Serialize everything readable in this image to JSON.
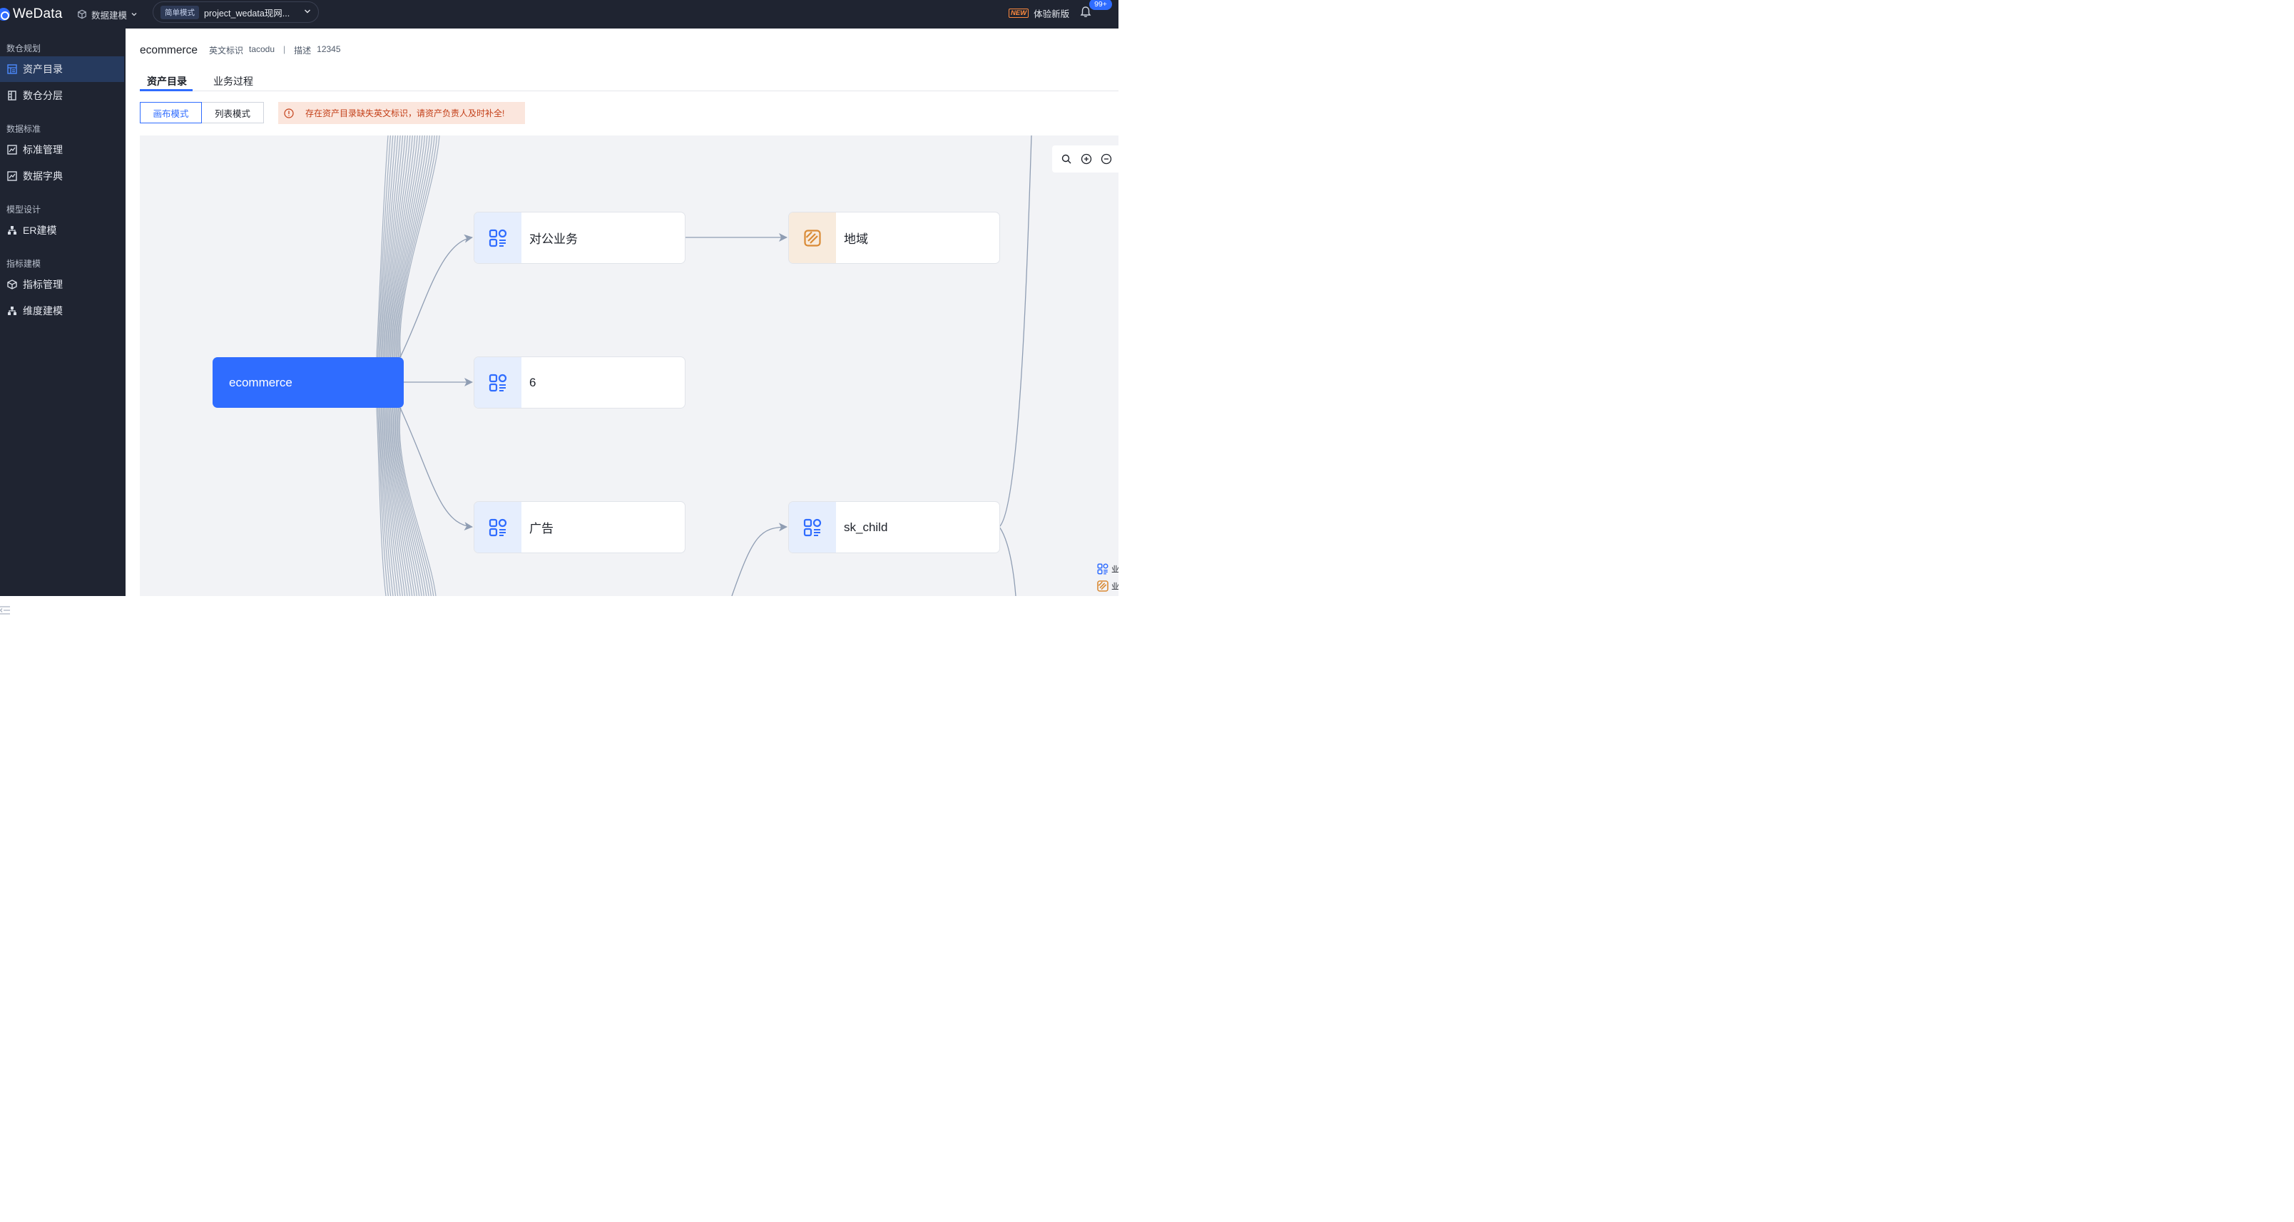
{
  "app": {
    "name": "WeData"
  },
  "topbar": {
    "module": "数据建模",
    "mode_tag": "简单模式",
    "project": "project_wedata现网...",
    "new_badge": "NEW",
    "new_version": "体验新版",
    "notifications": "99+"
  },
  "sidebar": {
    "groups": [
      {
        "title": "数仓规划",
        "items": [
          {
            "label": "资产目录",
            "icon": "asset-catalog-icon",
            "active": true
          },
          {
            "label": "数仓分层",
            "icon": "layer-icon"
          }
        ]
      },
      {
        "title": "数据标准",
        "items": [
          {
            "label": "标准管理",
            "icon": "chart-icon"
          },
          {
            "label": "数据字典",
            "icon": "chart-icon"
          }
        ]
      },
      {
        "title": "模型设计",
        "items": [
          {
            "label": "ER建模",
            "icon": "tree-icon"
          }
        ]
      },
      {
        "title": "指标建模",
        "items": [
          {
            "label": "指标管理",
            "icon": "cube-icon"
          },
          {
            "label": "维度建模",
            "icon": "tree-icon"
          }
        ]
      }
    ]
  },
  "header": {
    "title": "ecommerce",
    "en_id_label": "英文标识",
    "en_id_value": "tacodu",
    "separator": "|",
    "desc_label": "描述",
    "desc_value": "12345"
  },
  "tabs": [
    {
      "label": "资产目录",
      "active": true
    },
    {
      "label": "业务过程",
      "active": false
    }
  ],
  "view_modes": [
    {
      "label": "画布模式",
      "active": true
    },
    {
      "label": "列表模式",
      "active": false
    }
  ],
  "warning": "存在资产目录缺失英文标识，请资产负责人及时补全!",
  "graph": {
    "root": "ecommerce",
    "nodes": [
      {
        "label": "对公业务",
        "icon": "business-catalog-icon"
      },
      {
        "label": "6",
        "icon": "business-catalog-icon"
      },
      {
        "label": "广告",
        "icon": "business-catalog-icon"
      },
      {
        "label": "地域",
        "icon": "subject-domain-icon"
      },
      {
        "label": "sk_child",
        "icon": "business-catalog-icon"
      }
    ]
  },
  "legend": [
    {
      "icon": "business-catalog-icon",
      "label": "业"
    },
    {
      "icon": "subject-domain-icon",
      "label": "业"
    }
  ],
  "colors": {
    "accent": "#2f6cff",
    "warning_text": "#c33f18",
    "warning_bg": "#fbe6dd",
    "sidebar_bg": "#1f2431",
    "domain_orange": "#d98a35"
  }
}
